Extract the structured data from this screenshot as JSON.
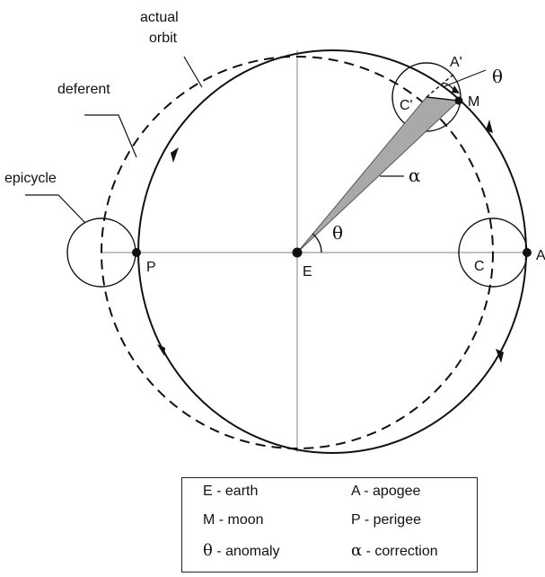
{
  "labels": {
    "actual_orbit_line1": "actual",
    "actual_orbit_line2": "orbit",
    "deferent": "deferent",
    "epicycle": "epicycle",
    "earth_point": "E",
    "moon_point": "M",
    "perigee_point": "P",
    "apogee_point": "A",
    "epicycle_center": "C",
    "epicycle_center_moved": "C'",
    "apogee_moved": "A'",
    "theta_upper": "θ",
    "theta_center": "θ",
    "alpha": "α"
  },
  "legend": [
    {
      "symbol": "E",
      "text": "- earth"
    },
    {
      "symbol": "A",
      "text": "- apogee"
    },
    {
      "symbol": "M",
      "text": "- moon"
    },
    {
      "symbol": "P",
      "text": "- perigee"
    },
    {
      "symbol": "θ",
      "text": "- anomaly"
    },
    {
      "symbol": "α",
      "text": "- correction"
    }
  ],
  "colors": {
    "line": "#111111",
    "wedge_fill": "#a9a9a9",
    "axis": "#9a9a9a"
  }
}
